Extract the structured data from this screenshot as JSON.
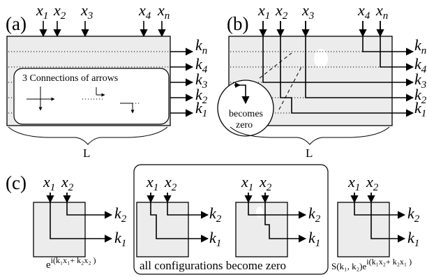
{
  "panels": {
    "a": {
      "label": "(a)"
    },
    "b": {
      "label": "(b)"
    },
    "c": {
      "label": "(c)"
    }
  },
  "inputs": [
    {
      "name": "x",
      "sub": "1"
    },
    {
      "name": "x",
      "sub": "2"
    },
    {
      "name": "x",
      "sub": "3"
    },
    {
      "name": "x",
      "sub": "4"
    },
    {
      "name": "x",
      "sub": "n"
    }
  ],
  "outputs": [
    {
      "name": "k",
      "sub": "n"
    },
    {
      "name": "k",
      "sub": "4"
    },
    {
      "name": "k",
      "sub": "3"
    },
    {
      "name": "k",
      "sub": "2"
    },
    {
      "name": "k",
      "sub": "1"
    }
  ],
  "length_label": "L",
  "inset": {
    "title": "3 Connections of arrows"
  },
  "zoom": {
    "label_line1": "becomes",
    "label_line2": "zero"
  },
  "c_inputs": [
    {
      "name": "x",
      "sub": "1"
    },
    {
      "name": "x",
      "sub": "2"
    }
  ],
  "c_outputs": [
    {
      "name": "k",
      "sub": "2"
    },
    {
      "name": "k",
      "sub": "1"
    }
  ],
  "formulas": {
    "left_base": "e",
    "left_exp": "i(k₁x₁+ k₂x₂ )",
    "middle_caption": "all configurations become zero",
    "right_prefix": "S(k₁, k₂)e",
    "right_exp": "i(k₁x₂+ k₂x₁ )"
  }
}
